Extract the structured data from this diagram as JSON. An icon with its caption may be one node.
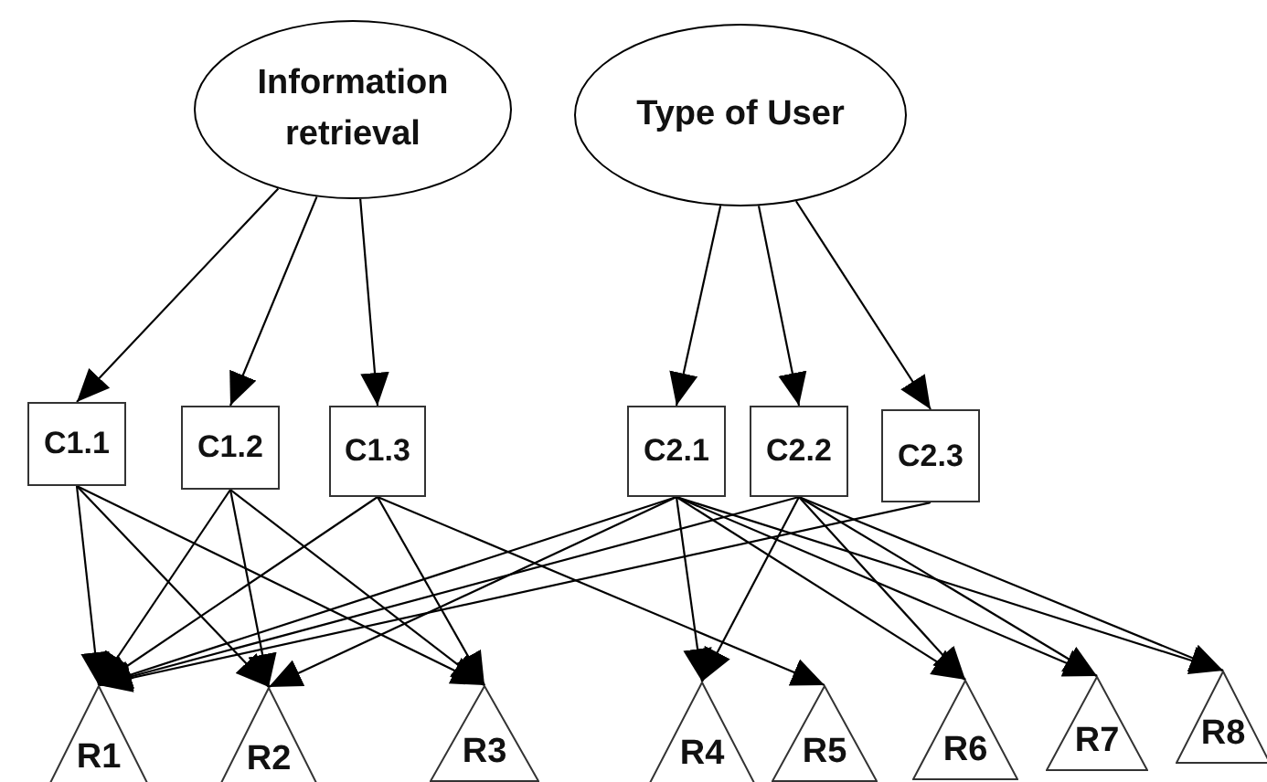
{
  "diagram": {
    "nodes": [
      {
        "text": [
          "Information retrieval"
        ]
      },
      {
        "text": [
          "Type of User"
        ]
      },
      {
        "text": [
          "C1.1"
        ]
      },
      {
        "text": [
          "C1.2"
        ]
      },
      {
        "text": [
          "C1.3"
        ]
      },
      {
        "text": [
          "C2.1"
        ]
      },
      {
        "text": [
          "C2.2"
        ]
      },
      {
        "text": [
          "C2.3"
        ]
      },
      {
        "text": [
          "R1"
        ]
      },
      {
        "text": [
          "R2"
        ]
      },
      {
        "text": [
          "R3"
        ]
      },
      {
        "text": [
          "R4"
        ]
      },
      {
        "text": [
          "R5"
        ]
      },
      {
        "text": [
          "R6"
        ]
      },
      {
        "text": [
          "R7"
        ]
      },
      {
        "text": [
          "R8"
        ]
      }
    ],
    "edges": [
      {
        "from": 0,
        "to": 2,
        "arrow": "to"
      },
      {
        "from": 0,
        "to": 3,
        "arrow": "to"
      },
      {
        "from": 0,
        "to": 4,
        "arrow": "to"
      },
      {
        "from": 1,
        "to": 5,
        "arrow": "to"
      },
      {
        "from": 1,
        "to": 6,
        "arrow": "to"
      },
      {
        "from": 1,
        "to": 7,
        "arrow": "to"
      },
      {
        "from": 2,
        "to": 8,
        "arrow": "to"
      },
      {
        "from": 2,
        "to": 9,
        "arrow": "to"
      },
      {
        "from": 2,
        "to": 10,
        "arrow": "to"
      },
      {
        "from": 3,
        "to": 8,
        "arrow": "to"
      },
      {
        "from": 3,
        "to": 9,
        "arrow": "to"
      },
      {
        "from": 3,
        "to": 10,
        "arrow": "to"
      },
      {
        "from": 4,
        "to": 8,
        "arrow": "to"
      },
      {
        "from": 4,
        "to": 10,
        "arrow": "to"
      },
      {
        "from": 4,
        "to": 12,
        "arrow": "to"
      },
      {
        "from": 5,
        "to": 8,
        "arrow": "to"
      },
      {
        "from": 5,
        "to": 9,
        "arrow": "to"
      },
      {
        "from": 5,
        "to": 11,
        "arrow": "to"
      },
      {
        "from": 5,
        "to": 13,
        "arrow": "to"
      },
      {
        "from": 5,
        "to": 14,
        "arrow": "to"
      },
      {
        "from": 5,
        "to": 15,
        "arrow": "to"
      },
      {
        "from": 6,
        "to": 8,
        "arrow": "to"
      },
      {
        "from": 6,
        "to": 11,
        "arrow": "to"
      },
      {
        "from": 6,
        "to": 13,
        "arrow": "to"
      },
      {
        "from": 6,
        "to": 14,
        "arrow": "to"
      },
      {
        "from": 6,
        "to": 15,
        "arrow": "to"
      },
      {
        "from": 7,
        "to": 8,
        "arrow": "to"
      }
    ]
  }
}
